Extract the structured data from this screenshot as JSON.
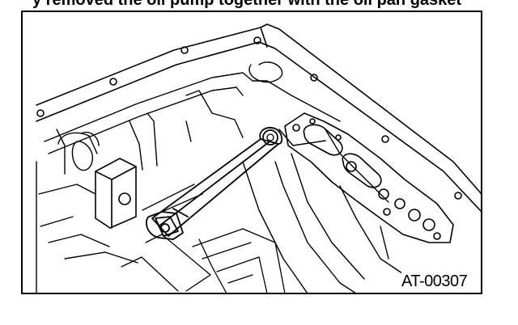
{
  "caption": {
    "text": "y  removed  the  oil  pump  together  with  the  oil  pan  gasket"
  },
  "figure": {
    "code": "AT-00307",
    "line_color": "#000000",
    "background": "#ffffff"
  },
  "parts": [
    "transmission-case",
    "oil-pan-flange",
    "bracket",
    "oil-strainer-pipe",
    "gasket"
  ]
}
